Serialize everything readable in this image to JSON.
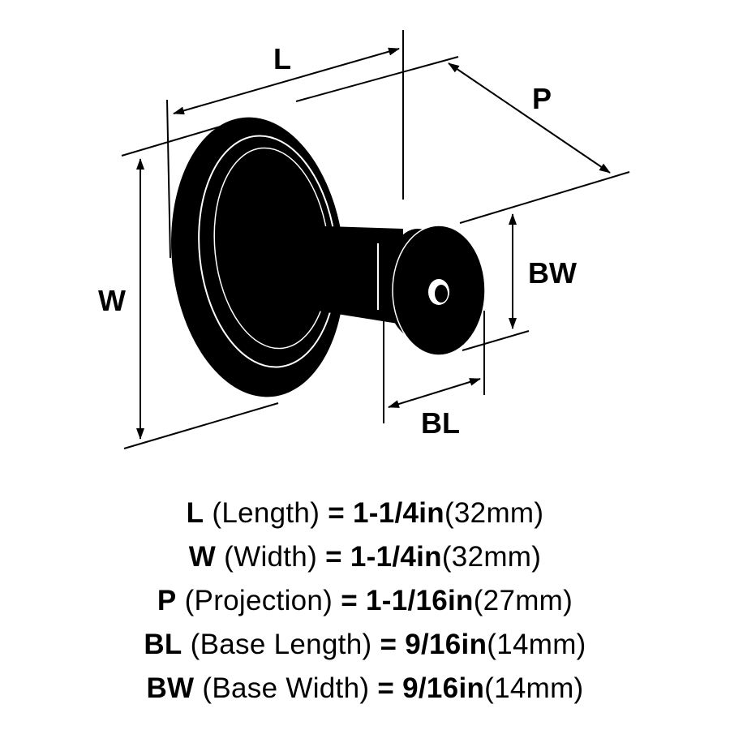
{
  "diagram": {
    "labels": {
      "L": "L",
      "W": "W",
      "P": "P",
      "BW": "BW",
      "BL": "BL"
    },
    "colors": {
      "ink": "#000000",
      "background": "#ffffff"
    }
  },
  "specs": [
    {
      "code": "L",
      "name": "(Length)",
      "eq": "=",
      "imperial": "1-1/4in",
      "metric": "(32mm)"
    },
    {
      "code": "W",
      "name": "(Width)",
      "eq": "=",
      "imperial": "1-1/4in",
      "metric": "(32mm)"
    },
    {
      "code": "P",
      "name": "(Projection)",
      "eq": "=",
      "imperial": "1-1/16in",
      "metric": "(27mm)"
    },
    {
      "code": "BL",
      "name": "(Base Length)",
      "eq": "=",
      "imperial": "9/16in",
      "metric": "(14mm)"
    },
    {
      "code": "BW",
      "name": "(Base Width)",
      "eq": "=",
      "imperial": "9/16in",
      "metric": "(14mm)"
    }
  ]
}
